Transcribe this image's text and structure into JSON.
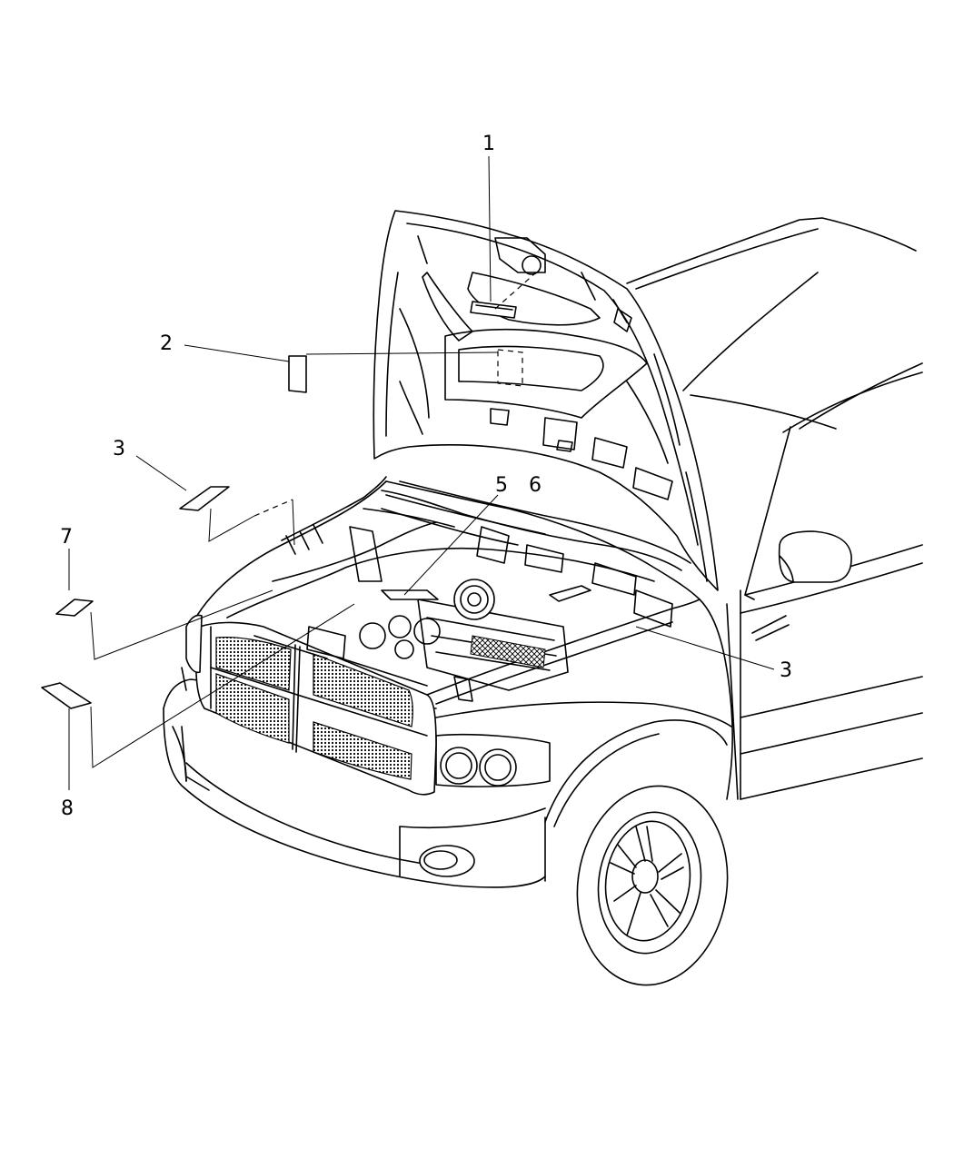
{
  "callouts": [
    {
      "id": "1",
      "text": "1"
    },
    {
      "id": "2",
      "text": "2"
    },
    {
      "id": "3a",
      "text": "3"
    },
    {
      "id": "3b",
      "text": "3"
    },
    {
      "id": "5",
      "text": "5"
    },
    {
      "id": "6",
      "text": "6"
    },
    {
      "id": "7",
      "text": "7"
    },
    {
      "id": "8",
      "text": "8"
    }
  ]
}
